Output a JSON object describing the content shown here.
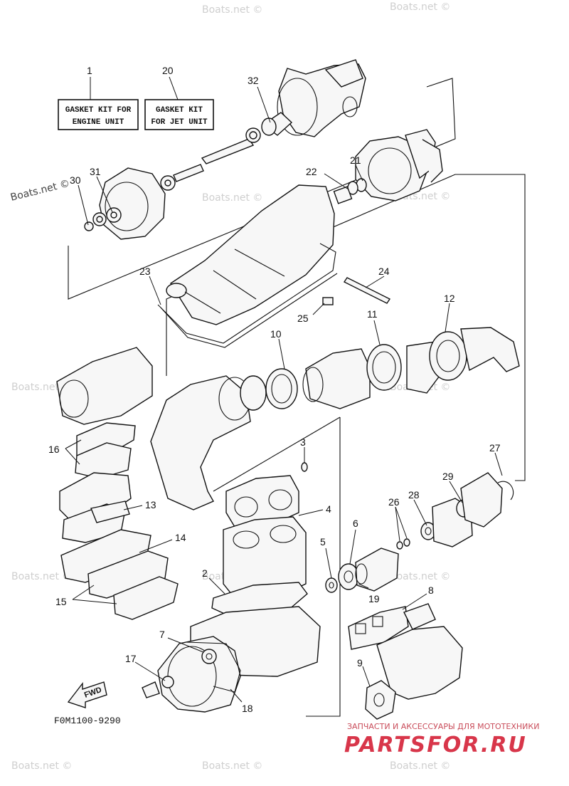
{
  "labels": {
    "l1": "1",
    "l20": "20",
    "l32": "32",
    "l21": "21",
    "l22": "22",
    "l30": "30",
    "l31": "31",
    "l23": "23",
    "l24": "24",
    "l25": "25",
    "l10": "10",
    "l11": "11",
    "l12": "12",
    "l16": "16",
    "l3": "3",
    "l27": "27",
    "l13": "13",
    "l4": "4",
    "l29": "29",
    "l28": "28",
    "l26": "26",
    "l6": "6",
    "l14": "14",
    "l5": "5",
    "l2": "2",
    "l19": "19",
    "l8": "8",
    "l15": "15",
    "l7": "7",
    "l17": "17",
    "l9": "9",
    "l18": "18"
  },
  "kit_engine": {
    "line1": "GASKET KIT FOR",
    "line2": "ENGINE UNIT"
  },
  "kit_jet": {
    "line1": "GASKET KIT",
    "line2": "FOR JET UNIT"
  },
  "diagram_code": "F0M1100-9290",
  "fwd_label": "FWD",
  "watermark": "Boats.net ©",
  "brand": {
    "tagline": "ЗАПЧАСТИ И АКСЕССУАРЫ ДЛЯ МОТОТЕХНИКИ",
    "logo": "PARTSFOR.RU",
    "accent": "#d8364a"
  }
}
